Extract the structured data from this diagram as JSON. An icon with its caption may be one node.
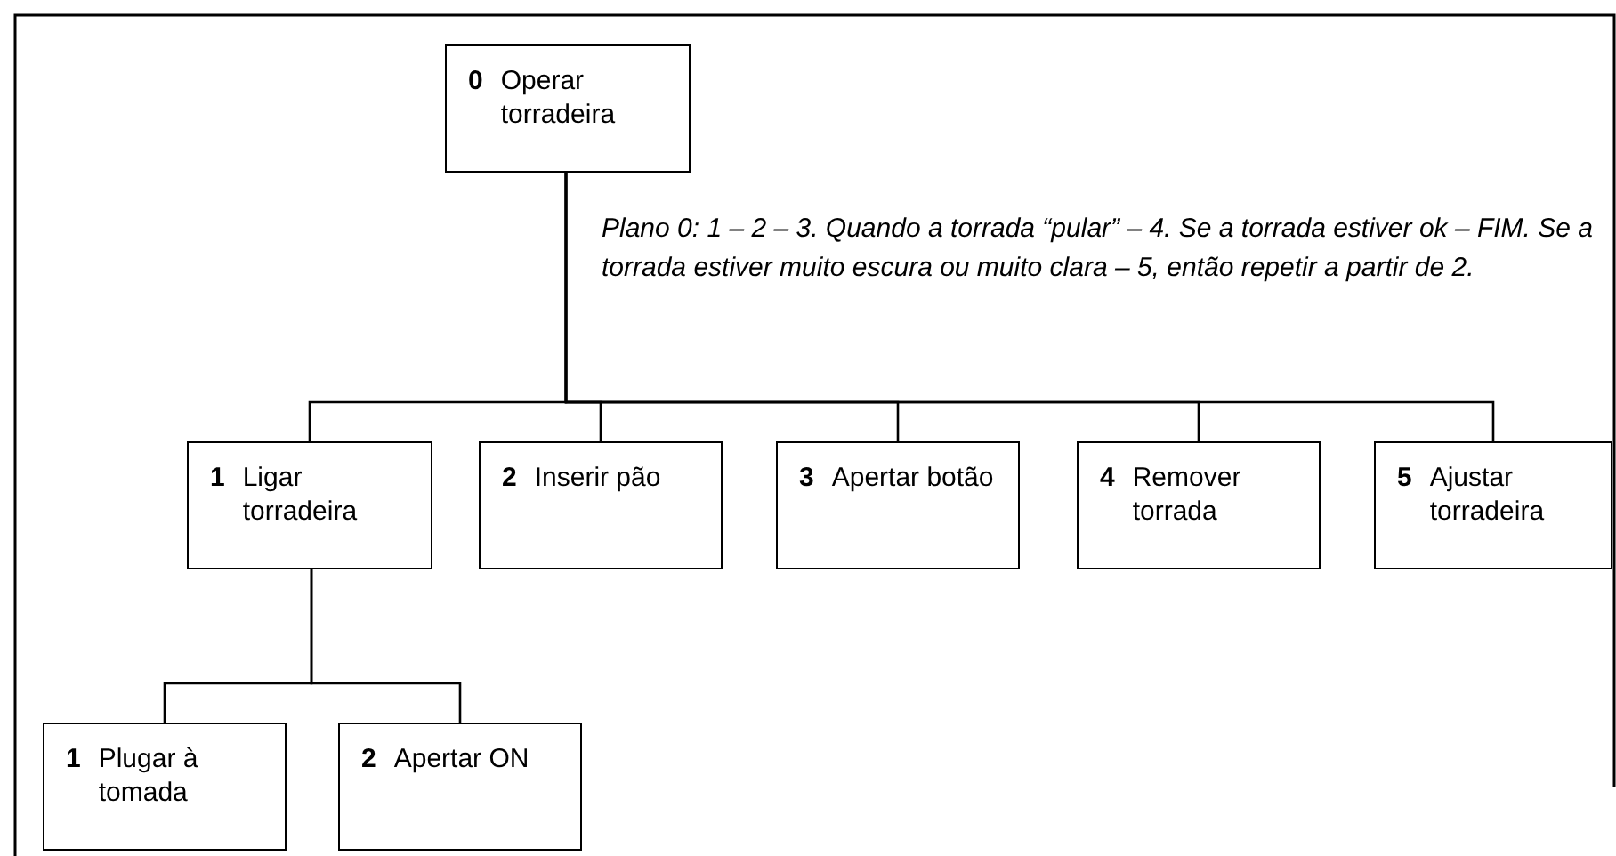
{
  "diagram": {
    "nodes": [
      {
        "text": [
          "0",
          "Operar torradeira"
        ]
      },
      {
        "text": [
          "1",
          "Ligar torradeira"
        ]
      },
      {
        "text": [
          "2",
          "Inserir pão"
        ]
      },
      {
        "text": [
          "3",
          "Apertar botão"
        ]
      },
      {
        "text": [
          "4",
          "Remover torrada"
        ]
      },
      {
        "text": [
          "5",
          "Ajustar torradeira"
        ]
      },
      {
        "text": [
          "1",
          "Plugar à tomada"
        ]
      },
      {
        "text": [
          "2",
          "Apertar ON"
        ]
      }
    ],
    "edges": [
      {
        "from": 0,
        "to": 1,
        "arrow": "none"
      },
      {
        "from": 0,
        "to": 2,
        "arrow": "none"
      },
      {
        "from": 0,
        "to": 3,
        "arrow": "none"
      },
      {
        "from": 0,
        "to": 4,
        "arrow": "none"
      },
      {
        "from": 0,
        "to": 5,
        "arrow": "none"
      },
      {
        "from": 1,
        "to": 6,
        "arrow": "none"
      },
      {
        "from": 1,
        "to": 7,
        "arrow": "none"
      }
    ],
    "labels": [
      "Plano 0: 1 – 2 – 3. Quando a torrada “pular” – 4. Se a torrada estiver ok – FIM. Se a torrada estiver muito escura ou muito clara – 5, então repetir a partir de 2."
    ]
  }
}
